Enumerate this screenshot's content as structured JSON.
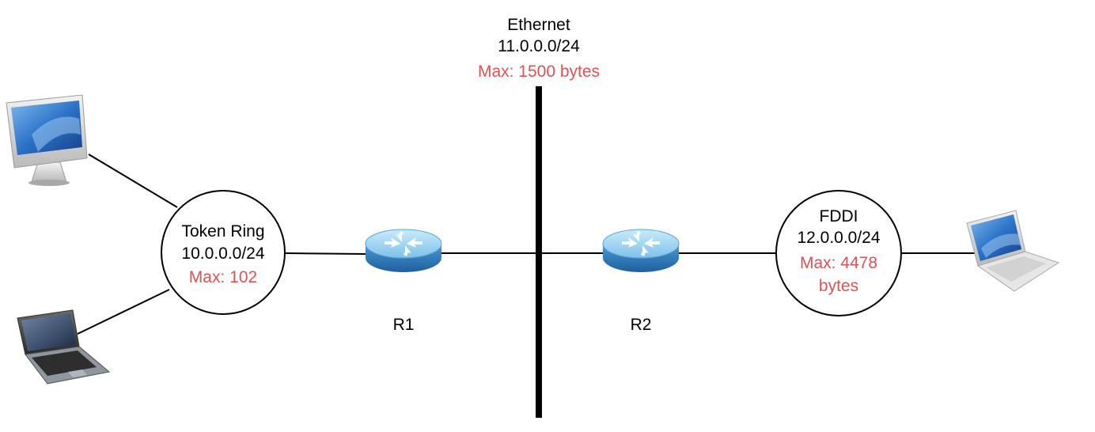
{
  "colors": {
    "line": "#000000",
    "limit_text": "#e05252",
    "router_top": "#9fd3f0",
    "router_side": "#3f8fca",
    "screen": "#2c73c9"
  },
  "ethernet": {
    "name": "Ethernet",
    "subnet": "11.0.0.0/24",
    "max": "Max: 1500 bytes"
  },
  "token_ring": {
    "name": "Token Ring",
    "subnet": "10.0.0.0/24",
    "max": "Max: 102"
  },
  "fddi": {
    "name": "FDDI",
    "subnet": "12.0.0.0/24",
    "max_line1": "Max: 4478",
    "max_line2": "bytes"
  },
  "routers": [
    {
      "label": "R1",
      "icon": "router-icon"
    },
    {
      "label": "R2",
      "icon": "router-icon"
    }
  ],
  "hosts": [
    {
      "icon": "desktop-computer-icon"
    },
    {
      "icon": "laptop-black-icon"
    },
    {
      "icon": "laptop-white-icon"
    }
  ]
}
